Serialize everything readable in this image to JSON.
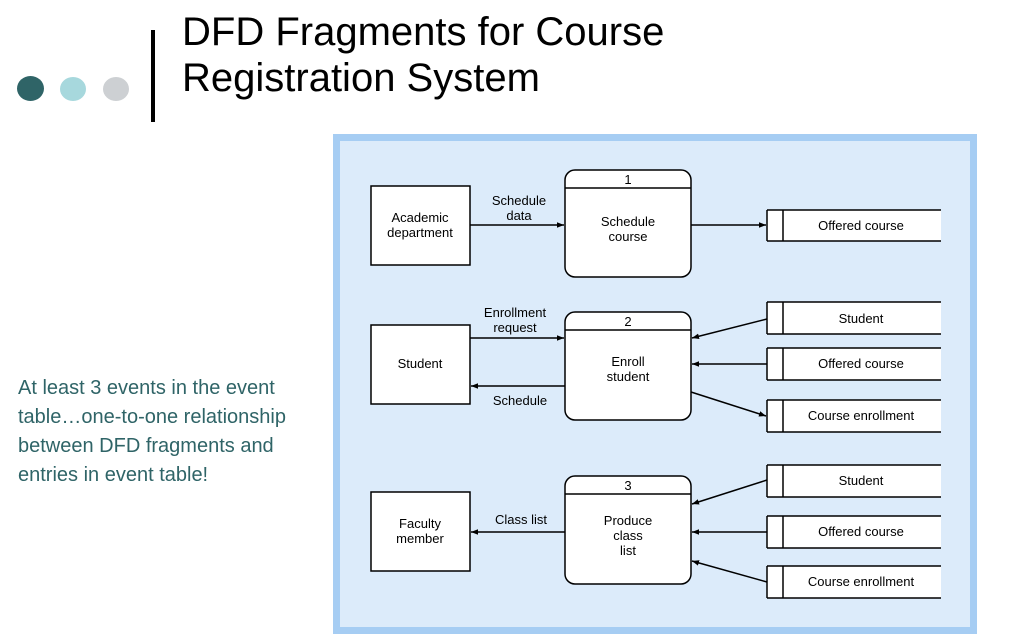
{
  "title": {
    "line1": "DFD Fragments for Course",
    "line2": "Registration System"
  },
  "note": "At least 3 events in the event table…one-to-one relationship between DFD fragments and entries in event table!",
  "colors": {
    "dot_dark": "#2f6467",
    "dot_light": "#a7d8dd",
    "dot_gray": "#cdd0d3",
    "note_text": "#2f6467",
    "diagram_border": "#a6cdf3",
    "diagram_fill": "#dcebfa"
  },
  "diagram": {
    "fragment1": {
      "entity": [
        "Academic",
        "department"
      ],
      "flow_in": [
        "Schedule",
        "data"
      ],
      "process_number": "1",
      "process": [
        "Schedule",
        "course"
      ],
      "store": "Offered course"
    },
    "fragment2": {
      "entity": "Student",
      "flow_in": [
        "Enrollment",
        "request"
      ],
      "flow_out": "Schedule",
      "process_number": "2",
      "process": [
        "Enroll",
        "student"
      ],
      "store_student": "Student",
      "store_offered": "Offered course",
      "store_enrollment": "Course enrollment"
    },
    "fragment3": {
      "entity": [
        "Faculty",
        "member"
      ],
      "flow_out": "Class list",
      "process_number": "3",
      "process": [
        "Produce",
        "class",
        "list"
      ],
      "store_student": "Student",
      "store_offered": "Offered course",
      "store_enrollment": "Course enrollment"
    }
  }
}
